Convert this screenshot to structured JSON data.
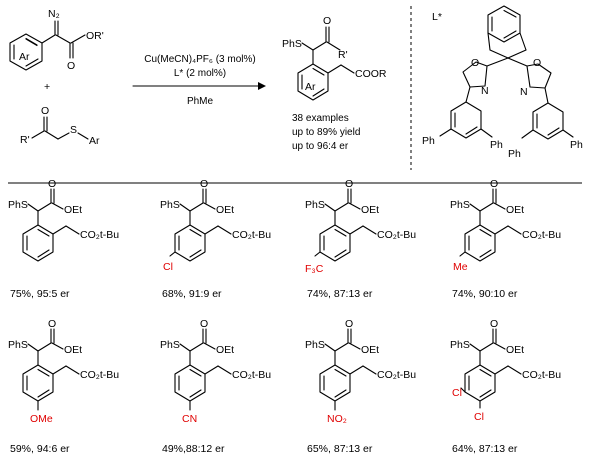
{
  "scheme": {
    "diazo_label": "N₂",
    "diazo_ester": "OR'",
    "aryl": "Ar",
    "plus": "+",
    "sulfide_left": "R'",
    "sulfide_right": "S",
    "sulfide_ar": "Ar",
    "conditions": {
      "catalyst": "Cu(MeCN)₄PF₆ (3 mol%)",
      "ligand": "L* (2 mol%)",
      "solvent": "PhMe"
    },
    "product": {
      "phs": "PhS",
      "rprime": "R'",
      "aryl": "Ar",
      "ester": "COOR",
      "examples": "38 examples",
      "yield": "up to 89% yield",
      "er": "up to 96:4 er"
    },
    "ligand": {
      "label": "L*",
      "o1": "O",
      "n1": "N",
      "o2": "O",
      "n2": "N",
      "ph": "Ph"
    }
  },
  "examples": [
    {
      "phs": "PhS",
      "ester": "OEt",
      "side": "CO₂t-Bu",
      "sub": "",
      "caption": "75%, 95:5 er"
    },
    {
      "phs": "PhS",
      "ester": "OEt",
      "side": "CO₂t-Bu",
      "sub": "Cl",
      "caption": "68%, 91:9 er"
    },
    {
      "phs": "PhS",
      "ester": "OEt",
      "side": "CO₂t-Bu",
      "sub": "F₃C",
      "caption": "74%, 87:13 er"
    },
    {
      "phs": "PhS",
      "ester": "OEt",
      "side": "CO₂t-Bu",
      "sub": "Me",
      "caption": "74%, 90:10 er"
    },
    {
      "phs": "PhS",
      "ester": "OEt",
      "side": "CO₂t-Bu",
      "sub": "OMe",
      "caption": "59%, 94:6 er"
    },
    {
      "phs": "PhS",
      "ester": "OEt",
      "side": "CO₂t-Bu",
      "sub": "CN",
      "caption": "49%,88:12 er"
    },
    {
      "phs": "PhS",
      "ester": "OEt",
      "side": "CO₂t-Bu",
      "sub": "NO₂",
      "caption": "65%, 87:13 er"
    },
    {
      "phs": "PhS",
      "ester": "OEt",
      "side": "CO₂t-Bu",
      "sub": "Cl",
      "sub2": "Cl",
      "caption": "64%, 87:13 er"
    }
  ]
}
